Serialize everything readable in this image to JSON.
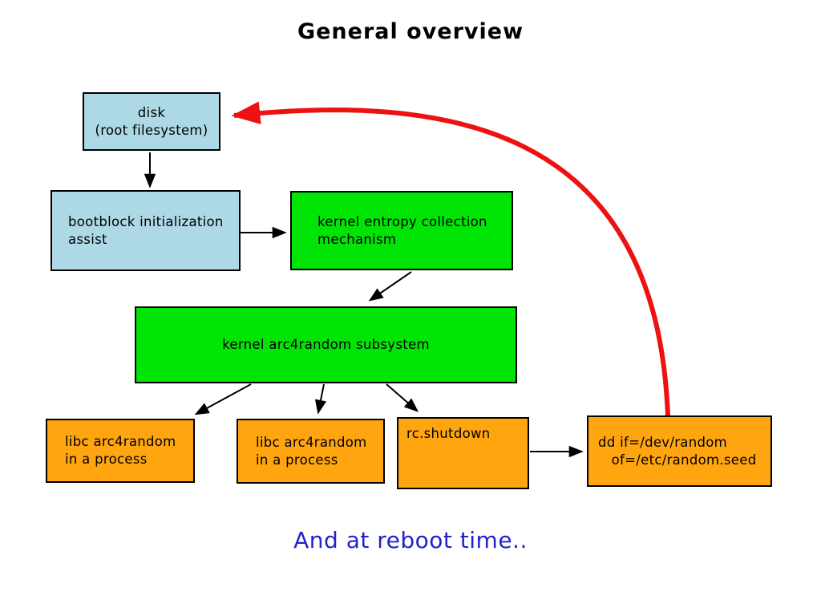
{
  "title": "General overview",
  "footer_note": "And at reboot time..",
  "boxes": {
    "disk": {
      "label": "disk\n(root filesystem)"
    },
    "bootblock": {
      "label": "bootblock initialization\nassist"
    },
    "entropy": {
      "label": "kernel entropy collection\nmechanism"
    },
    "arc4random": {
      "label": "kernel arc4random subsystem"
    },
    "libc_process_1": {
      "label": "libc arc4random\nin a process"
    },
    "libc_process_2": {
      "label": "libc arc4random\nin a process"
    },
    "rc_shutdown": {
      "label": "rc.shutdown"
    },
    "dd_seed": {
      "label": "dd if=/dev/random\n   of=/etc/random.seed"
    }
  },
  "colors": {
    "box_lightblue": "#ADD8E6",
    "box_green": "#00E406",
    "box_orange": "#FFA510",
    "arrow_black": "#000000",
    "arrow_red": "#EE1111",
    "footer_blue": "#2222CC",
    "title_black": "#000000"
  }
}
